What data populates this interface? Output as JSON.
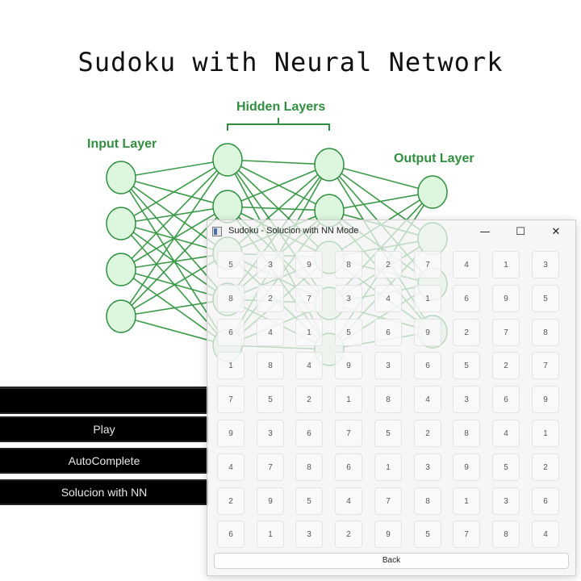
{
  "page": {
    "title": "Sudoku with Neural Network"
  },
  "diagram": {
    "labels": {
      "input": "Input Layer",
      "hidden": "Hidden Layers",
      "output": "Output Layer"
    },
    "layer_sizes": [
      4,
      5,
      5,
      4
    ],
    "colors": {
      "stroke": "#2f8f3f",
      "node_fill": "#dcf7de",
      "edge": "#3a9a48"
    }
  },
  "menu": {
    "buttons": [
      {
        "label": "Play"
      },
      {
        "label": "AutoComplete"
      },
      {
        "label": "Solucion with NN"
      }
    ]
  },
  "window": {
    "title": "Sudoku - Solucion with NN Mode",
    "controls": {
      "minimize": "—",
      "maximize": "☐",
      "close": "✕"
    },
    "grid": [
      [
        "5",
        "3",
        "9",
        "8",
        "2",
        "7",
        "4",
        "1",
        "3"
      ],
      [
        "8",
        "2",
        "7",
        "3",
        "4",
        "1",
        "6",
        "9",
        "5"
      ],
      [
        "6",
        "4",
        "1",
        "5",
        "6",
        "9",
        "2",
        "7",
        "8"
      ],
      [
        "1",
        "8",
        "4",
        "9",
        "3",
        "6",
        "5",
        "2",
        "7"
      ],
      [
        "7",
        "5",
        "2",
        "1",
        "8",
        "4",
        "3",
        "6",
        "9"
      ],
      [
        "9",
        "3",
        "6",
        "7",
        "5",
        "2",
        "8",
        "4",
        "1"
      ],
      [
        "4",
        "7",
        "8",
        "6",
        "1",
        "3",
        "9",
        "5",
        "2"
      ],
      [
        "2",
        "9",
        "5",
        "4",
        "7",
        "8",
        "1",
        "3",
        "6"
      ],
      [
        "6",
        "1",
        "3",
        "2",
        "9",
        "5",
        "7",
        "8",
        "4"
      ]
    ],
    "back_label": "Back"
  }
}
